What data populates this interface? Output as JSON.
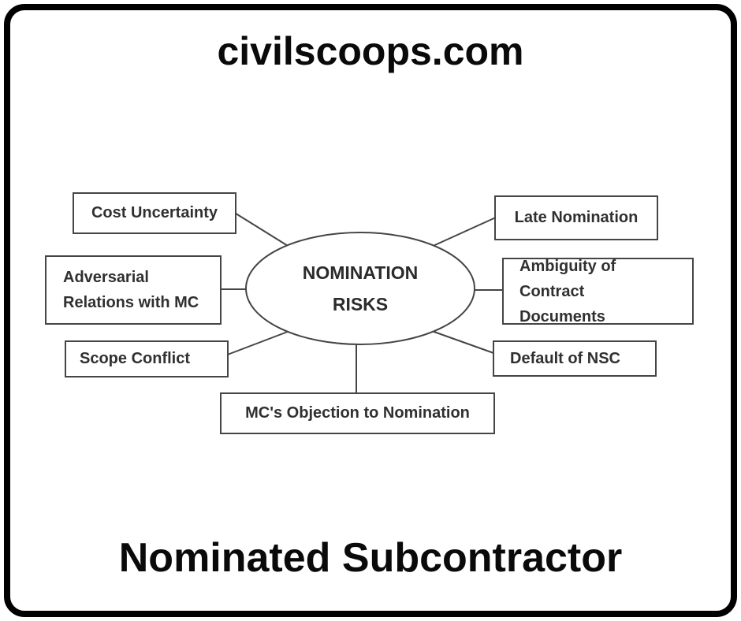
{
  "header": {
    "site_title": "civilscoops.com"
  },
  "footer": {
    "caption": "Nominated Subcontractor"
  },
  "diagram": {
    "center_label": "NOMINATION RISKS",
    "nodes": [
      {
        "id": "cost-uncertainty",
        "label": "Cost Uncertainty"
      },
      {
        "id": "late-nomination",
        "label": "Late Nomination"
      },
      {
        "id": "adversarial-relations-with-mc",
        "label": "Adversarial Relations with MC"
      },
      {
        "id": "ambiguity-of-contract-documents",
        "label": "Ambiguity of Contract Documents"
      },
      {
        "id": "scope-conflict",
        "label": "Scope Conflict"
      },
      {
        "id": "default-of-nsc",
        "label": "Default of NSC"
      },
      {
        "id": "mc-objection-to-nomination",
        "label": "MC's Objection to Nomination"
      }
    ],
    "colors": {
      "stroke": "#454545",
      "text": "#303030",
      "frame": "#000000",
      "background": "#ffffff"
    }
  }
}
